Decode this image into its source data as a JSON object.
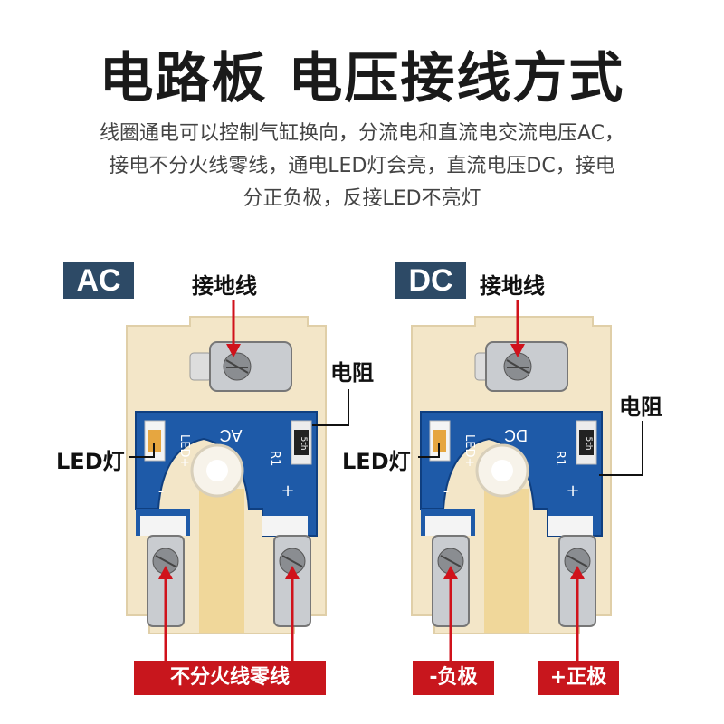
{
  "title": "电路板 电压接线方式",
  "description": [
    "线圈通电可以控制气缸换向，分流电和直流电交流电压AC，",
    "接电不分火线零线，通电LED灯会亮，直流电压DC，接电",
    "分正负极，反接LED不亮灯"
  ],
  "panels": {
    "ac": {
      "tag": "AC",
      "ground_label": "接地线",
      "resistor_label": "电阻",
      "led_label": "LED灯",
      "bottom_label": "不分火线零线",
      "board_text": {
        "led": "LED+",
        "mode": "AC",
        "resistor": "R1",
        "minus": "-",
        "plus": "+",
        "chip": "5th"
      }
    },
    "dc": {
      "tag": "DC",
      "ground_label": "接地线",
      "resistor_label": "电阻",
      "led_label": "LED灯",
      "negative_label": "-负极",
      "positive_label": "+正极",
      "board_text": {
        "led": "LED+",
        "mode": "DC",
        "resistor": "R1",
        "minus": "-",
        "plus": "+",
        "chip": "5th"
      }
    }
  },
  "colors": {
    "pcb_blue": "#1e5aa8",
    "label_red": "#c8161d",
    "tag_navy": "#2d4a66",
    "housing_cream": "#f3e6c8"
  }
}
